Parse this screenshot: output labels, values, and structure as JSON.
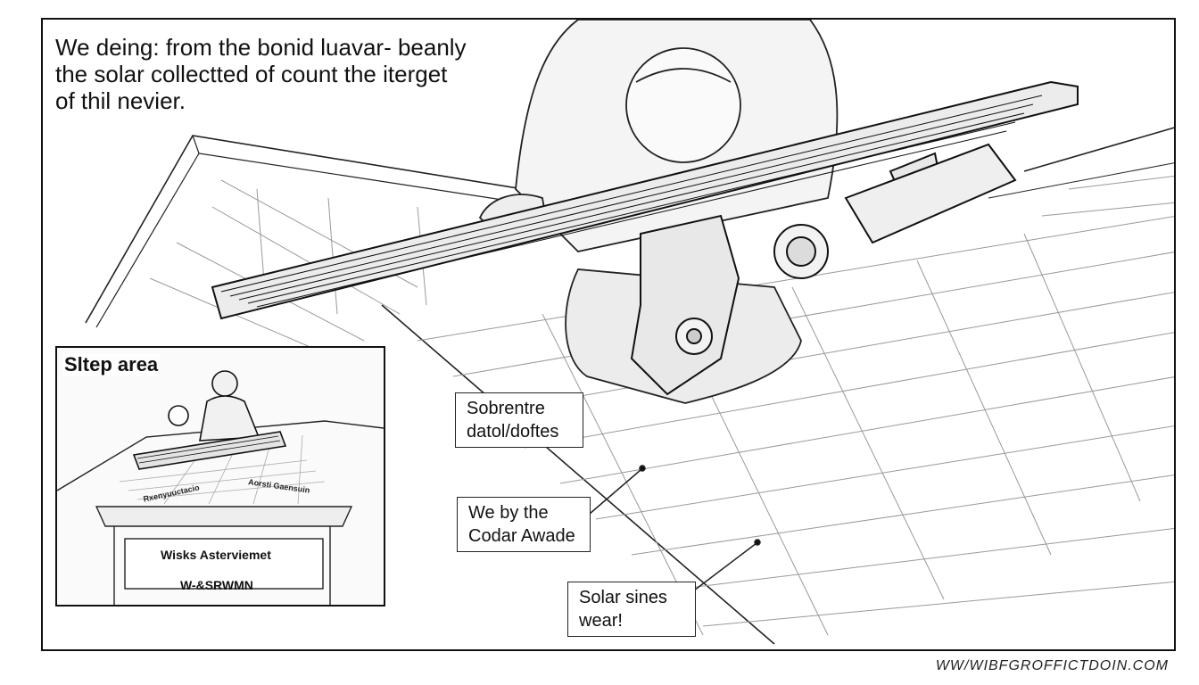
{
  "caption": {
    "line1": "We deing: from the bonid luavar- beanly",
    "line2": "the solar collectted of count the iterget",
    "line3": "of thil nevier."
  },
  "inset": {
    "title": "Sltep area",
    "sign_line1": "Wisks Asterviemet",
    "sign_line2": "W-&SRWMN",
    "label_left": "Rxenyuuctacio",
    "label_right": "Aorsti Gaensuin"
  },
  "callouts": [
    {
      "line1": "Sobrentre",
      "line2": "datol/doftes"
    },
    {
      "line1": "We by the",
      "line2": "Codar Awade"
    },
    {
      "line1": "Solar sines",
      "line2": "wear!"
    }
  ],
  "footer": {
    "url": "WW/WIBFGROFFICTDOIN.COM"
  }
}
